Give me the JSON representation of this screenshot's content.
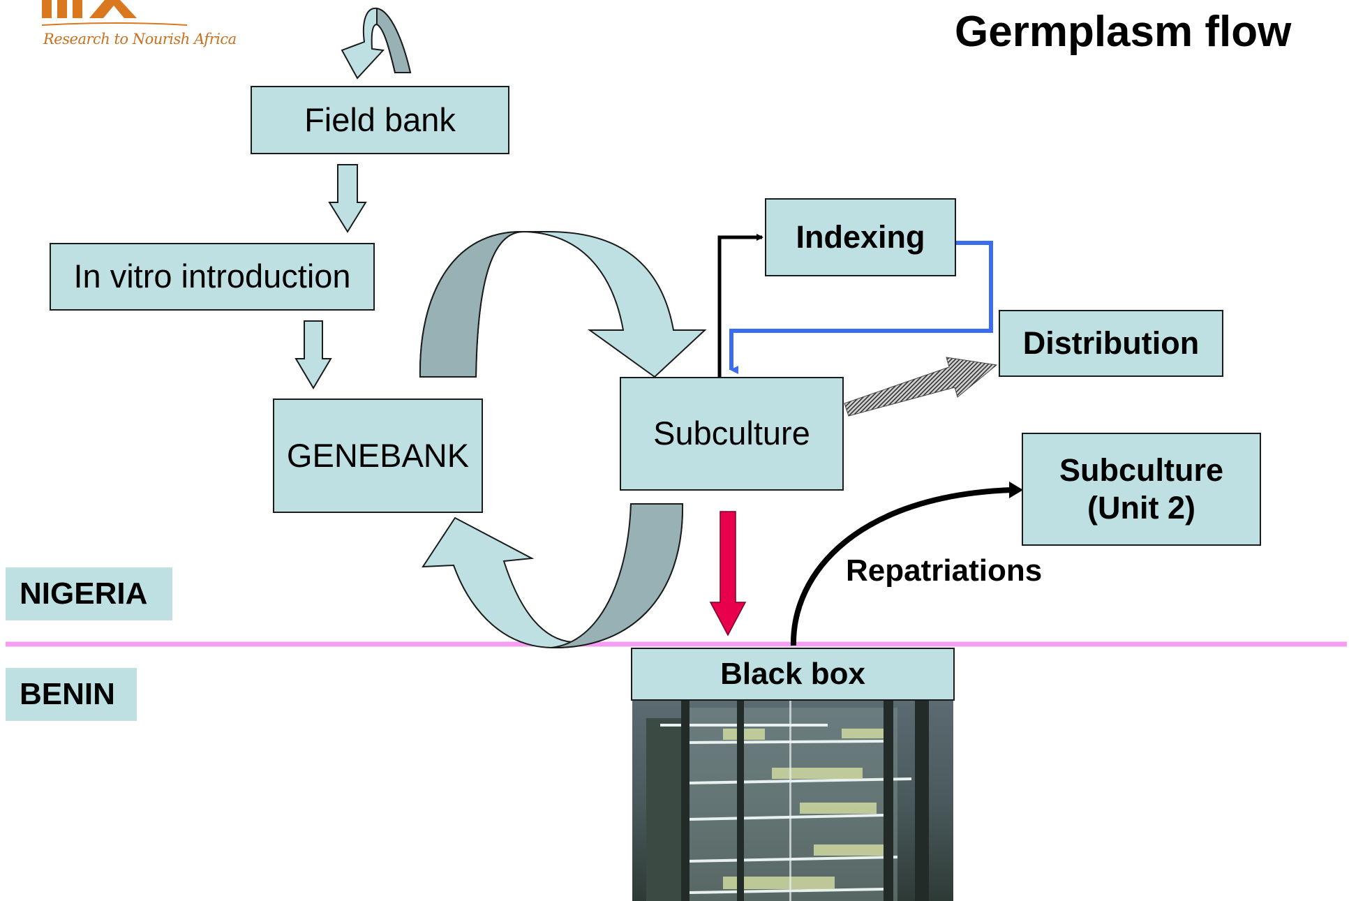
{
  "title": "Germplasm flow",
  "logo": {
    "tagline": "Research to Nourish Africa"
  },
  "nodes": {
    "field_bank": "Field bank",
    "in_vitro": "In vitro introduction",
    "genebank": "GENEBANK",
    "subculture": "Subculture",
    "indexing": "Indexing",
    "distribution": "Distribution",
    "subculture_unit2_line1": "Subculture",
    "subculture_unit2_line2": "(Unit 2)",
    "black_box": "Black box"
  },
  "edge_labels": {
    "repatriations": "Repatriations"
  },
  "regions": {
    "nigeria": "NIGERIA",
    "benin": "BENIN"
  },
  "colors": {
    "box_fill": "#bfe0e3",
    "arrow_fill": "#bfe0e3",
    "arrow_shadow": "#97b1b4",
    "logo_orange": "#d9781e",
    "border_line": "#f59cf3",
    "red_arrow": "#e8004d",
    "blue_line": "#3a6df0"
  }
}
